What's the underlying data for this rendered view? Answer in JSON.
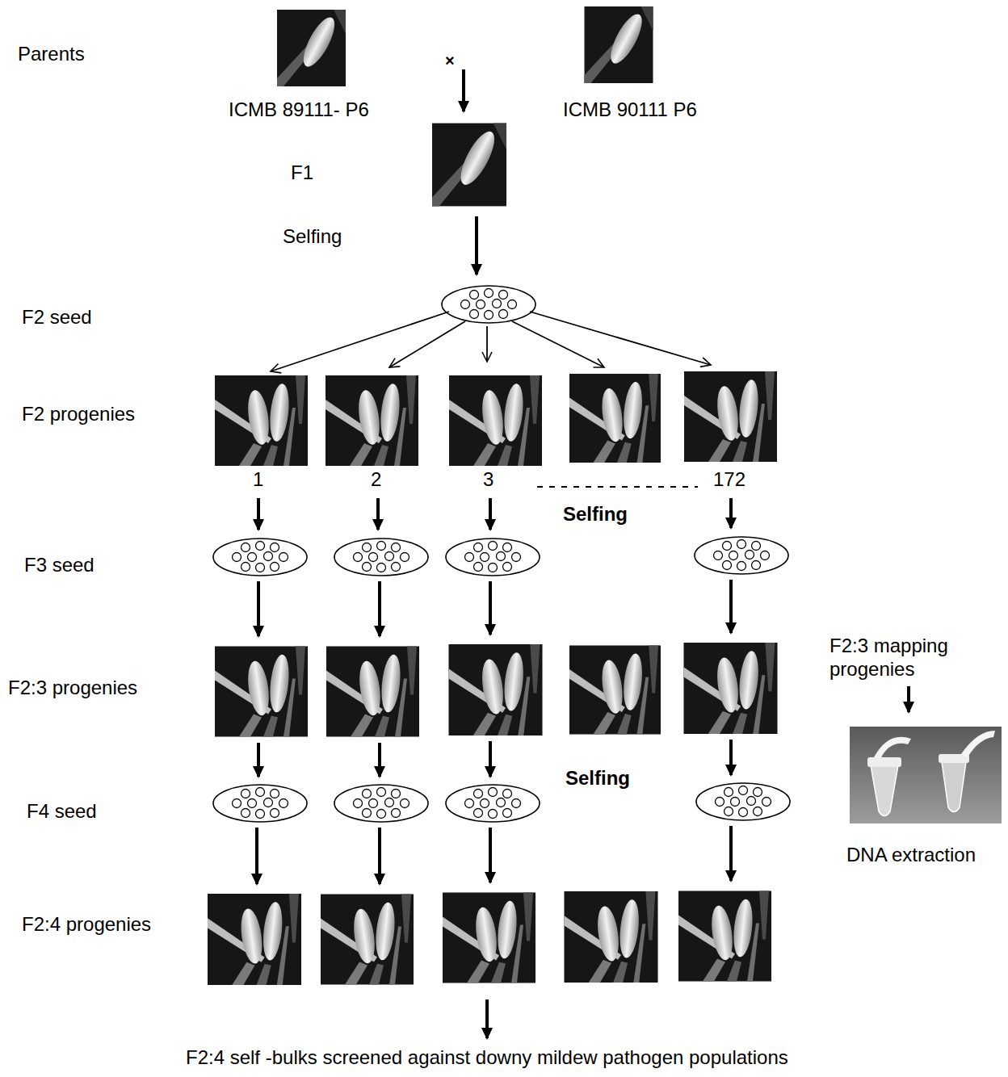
{
  "diagram": {
    "labels": [
      "Parents",
      "×",
      "ICMB 89111- P6",
      "ICMB 90111 P6",
      "F1",
      "Selfing",
      "F2 seed",
      "F2 progenies",
      "1",
      "2",
      "3",
      "172",
      "Selfing",
      "F3 seed",
      "F2:3 progenies",
      "F2:3 mapping progenies",
      "Selfing",
      "F4 seed",
      "DNA extraction",
      "F2:4 progenies",
      "F2:4 self -bulks screened against downy mildew pathogen populations"
    ]
  }
}
